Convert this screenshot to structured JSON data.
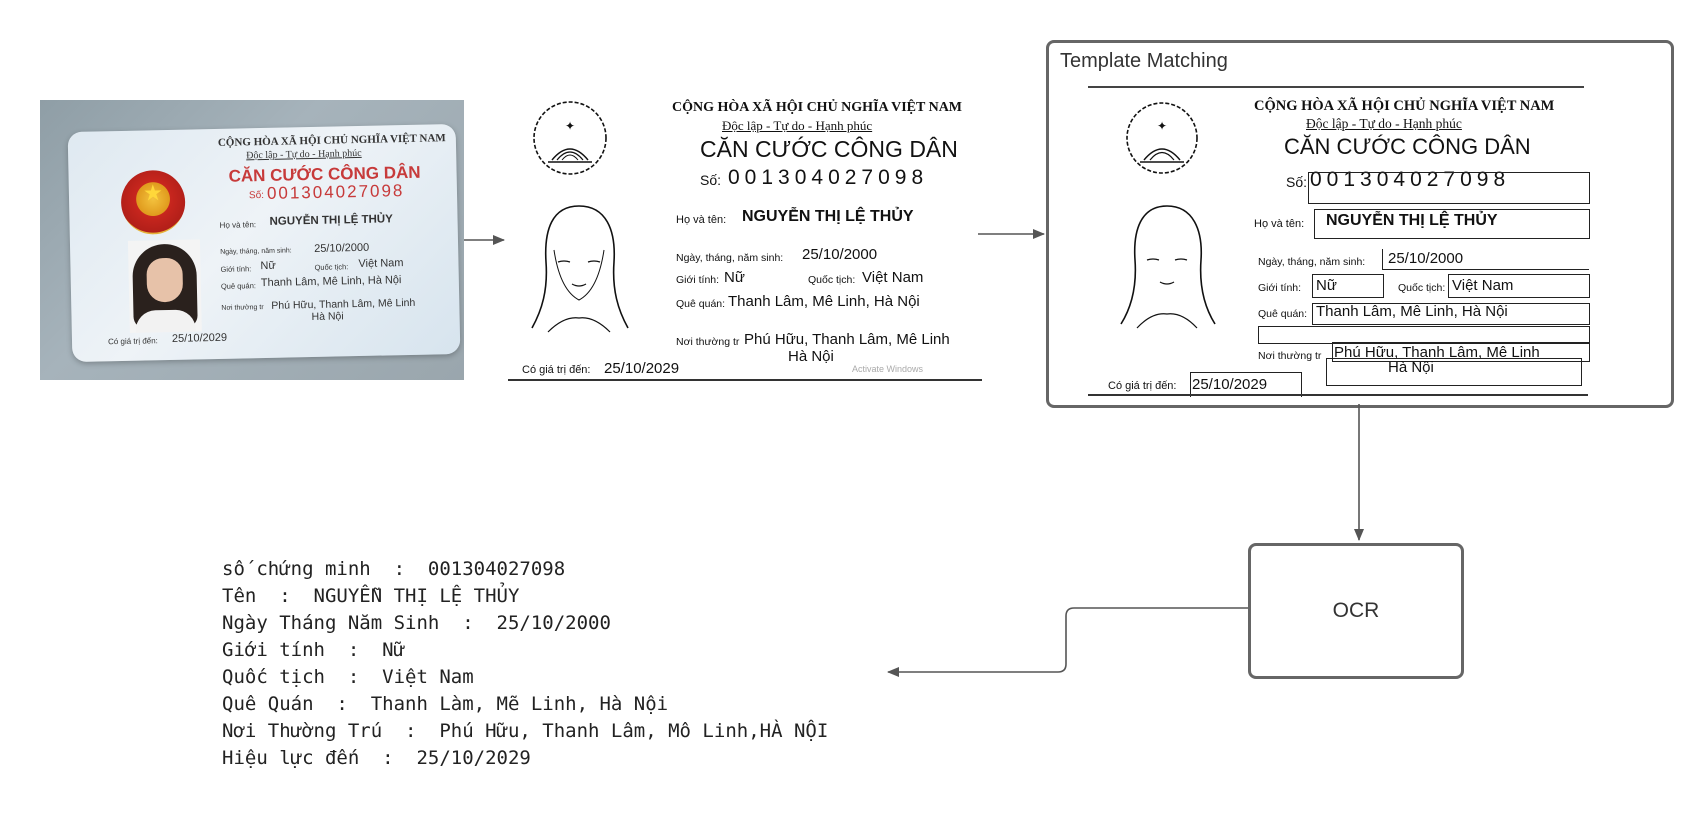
{
  "card": {
    "header_line1": "CỘNG HÒA XÃ HỘI CHỦ NGHĨA VIỆT NAM",
    "header_line2": "Độc lập - Tự do - Hạnh phúc",
    "title": "CĂN CƯỚC CÔNG DÂN",
    "number_label": "Số:",
    "number": "001304027098",
    "name_label": "Họ và tên:",
    "name": "NGUYỄN THỊ LỆ THỦY",
    "dob_label": "Ngày, tháng, năm sinh:",
    "dob": "25/10/2000",
    "sex_label": "Giới tính:",
    "sex": "Nữ",
    "nationality_label": "Quốc tịch:",
    "nationality": "Việt Nam",
    "hometown_label": "Quê quán:",
    "hometown": "Thanh Lâm, Mê Linh, Hà Nội",
    "residence_label": "Nơi thường trú:",
    "residence_label_cut": "Nơi thường tr",
    "residence_line1": "Phú Hữu, Thanh Lâm, Mê Linh",
    "residence_line2": "Hà Nội",
    "expiry_label": "Có giá trị đến:",
    "expiry": "25/10/2029"
  },
  "binarized": {
    "watermark": "Activate Windows"
  },
  "template_matching": {
    "title": "Template Matching"
  },
  "ocr": {
    "label": "OCR"
  },
  "result": {
    "rows": [
      "số chứng minh  :  001304027098",
      "Tên  :  NGUYỄN THỊ LỆ THỦY",
      "Ngày Tháng Năm Sinh  :  25/10/2000",
      "Giới tính  :  Nữ",
      "Quốc tịch  :  Việt Nam",
      "Quê Quán  :  Thanh Làm, Mẽ Linh, Hà Nội",
      "Nơi Thường Trú  :  Phú Hữu, Thanh Lâm, Mô Linh,HÀ NỘI",
      "Hiệu lực đến  :  25/10/2029"
    ]
  },
  "colors": {
    "connector": "#555555",
    "frame": "#666666",
    "card_red": "#c73a3a"
  }
}
